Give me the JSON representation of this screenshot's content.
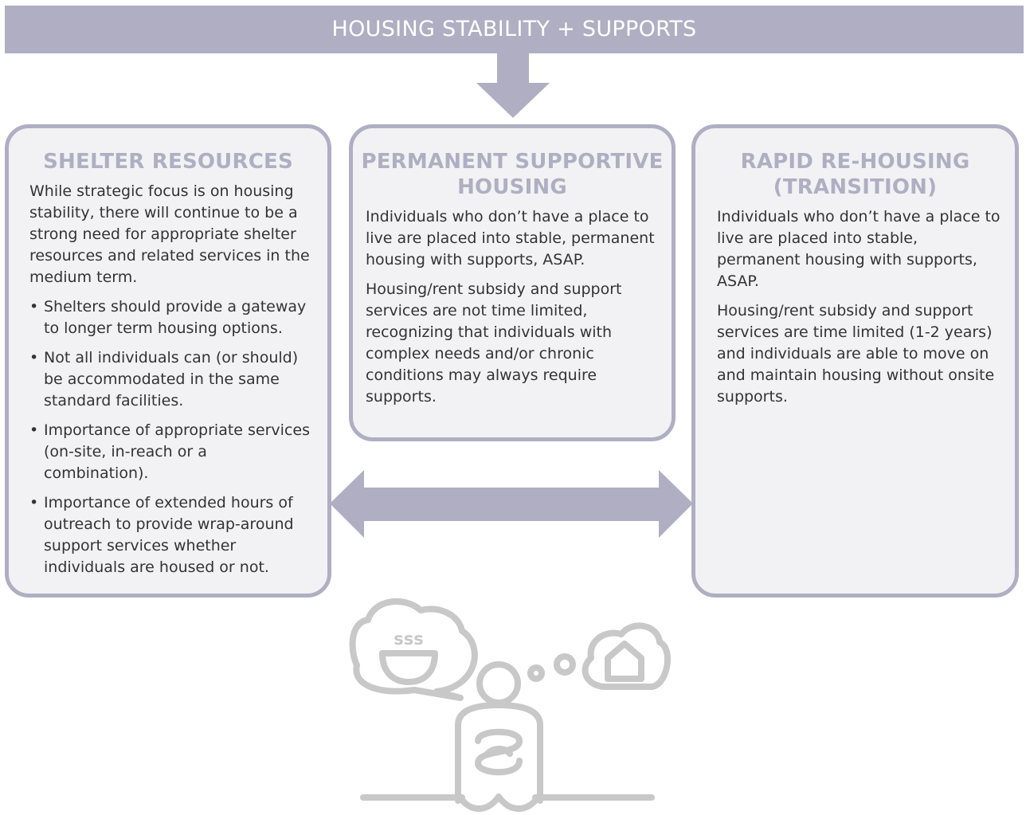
{
  "banner": {
    "title": "HOUSING STABILITY + SUPPORTS"
  },
  "shelter": {
    "title": "SHELTER RESOURCES",
    "intro": "While strategic focus is on housing stability, there will continue to be a strong need for appropriate shelter resources and related services in the medium term.",
    "bullets": [
      "Shelters should provide a gateway to longer term housing options.",
      "Not all individuals can (or should) be accommodated in the same standard facilities.",
      "Importance of appropriate services (on-site, in-reach or a combination).",
      "Importance of extended hours of outreach to provide wrap-around support services whether individuals are housed or not."
    ]
  },
  "psh": {
    "title": "PERMANENT SUPPORTIVE HOUSING",
    "p1": "Individuals who don’t have a place to live are placed into stable, permanent housing with supports, ASAP.",
    "p2": "Housing/rent subsidy and support services are not time limited, recognizing that individuals with complex needs and/or chronic conditions may always require supports."
  },
  "rrh": {
    "title": "RAPID RE-HOUSING (TRANSITION)",
    "p1": "Individuals who don’t have a place to live are placed into stable, permanent housing with supports, ASAP.",
    "p2": "Housing/rent subsidy and support services are time limited (1-2 years) and individuals are able to move on and maintain housing without onsite supports."
  },
  "colors": {
    "accent": "#b0aec2",
    "panel": "#f2f2f4",
    "illustration": "#c8c8c8",
    "text": "#333333"
  },
  "illustration": {
    "soup_glyph": "sss"
  },
  "icons": [
    "down-arrow-icon",
    "double-arrow-icon",
    "thought-cloud-icon",
    "soup-bowl-icon",
    "house-icon",
    "person-icon"
  ]
}
